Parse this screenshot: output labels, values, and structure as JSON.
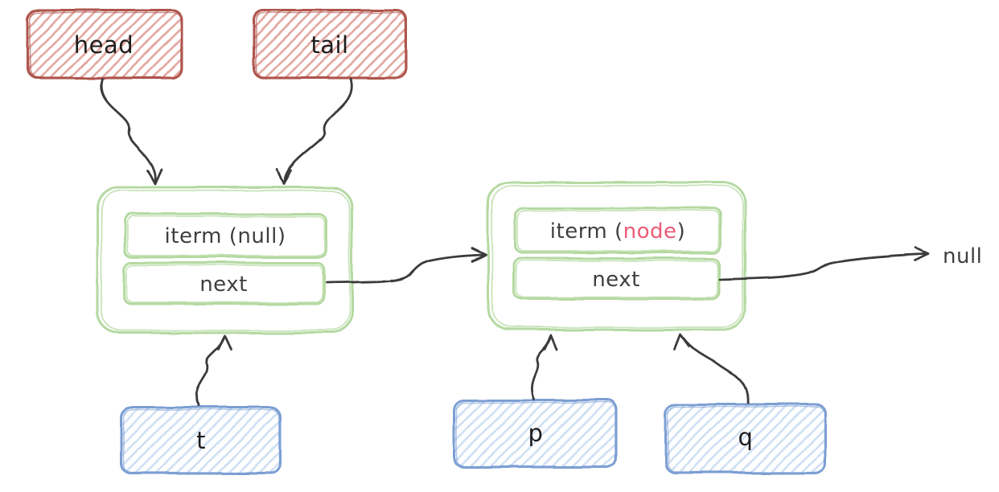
{
  "diagram": {
    "kind": "hand-drawn linked-list sketch",
    "pointers": {
      "head": "head",
      "tail": "tail",
      "t": "t",
      "p": "p",
      "q": "q"
    },
    "node1": {
      "item_field": "iterm (null)",
      "next_field": "next"
    },
    "node2": {
      "item_prefix": "iterm (",
      "item_value": "node",
      "item_suffix": ")",
      "next_field": "next"
    },
    "terminator": "null",
    "colors": {
      "red_border": "#ae544e",
      "red_hatch": "#e3a69f",
      "green_border": "#b5d9a2",
      "blue_border": "#7c9fd3",
      "blue_hatch": "#cfdff3",
      "arrow_stroke": "#3b3b3b",
      "pointer_label_text": "#1c1c1c",
      "field_text": "#3f3f3f",
      "highlight_text": "#ec5b76"
    }
  }
}
